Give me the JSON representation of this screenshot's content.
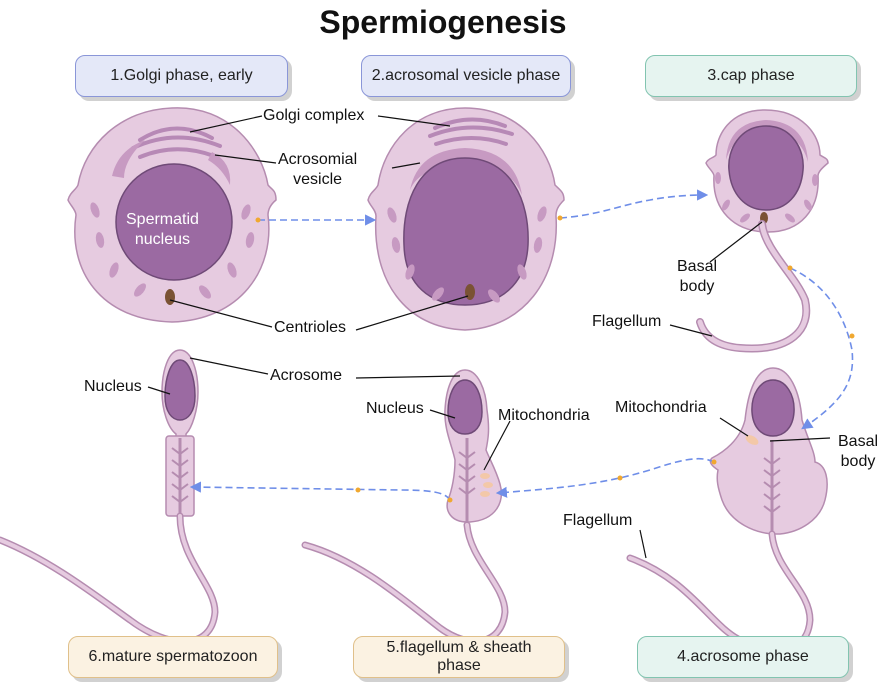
{
  "title": "Spermiogenesis",
  "phases": [
    {
      "label": "1.Golgi phase, early",
      "color": "#e4e8f8",
      "border": "#8a96d8"
    },
    {
      "label": "2.acrosomal vesicle phase",
      "color": "#e4e8f8",
      "border": "#8a96d8"
    },
    {
      "label": "3.cap phase",
      "color": "#e6f4f0",
      "border": "#82c4b0"
    },
    {
      "label": "4.acrosome phase",
      "color": "#e6f4f0",
      "border": "#82c4b0"
    },
    {
      "label": "5.flagellum & sheath phase",
      "color": "#fbf2e2",
      "border": "#e0c08a"
    },
    {
      "label": "6.mature spermatozoon",
      "color": "#fbf2e2",
      "border": "#e0c08a"
    }
  ],
  "labels": {
    "golgi_complex": "Golgi complex",
    "acrosomial_vesicle": "Acrosomial\nvesicle",
    "spermatid_nucleus": "Spermatid\nnucleus",
    "centrioles": "Centrioles",
    "basal_body_3": "Basal\nbody",
    "flagellum_3": "Flagellum",
    "acrosome": "Acrosome",
    "nucleus_6": "Nucleus",
    "nucleus_5": "Nucleus",
    "mitochondria_5": "Mitochondria",
    "mitochondria_4": "Mitochondria",
    "basal_body_4": "Basal\nbody",
    "flagellum_4": "Flagellum"
  },
  "colors": {
    "cell": "#e6cbe0",
    "cell_stroke": "#b58cb0",
    "nucleus": "#9b6aa2",
    "nucleus_stroke": "#6f4a77",
    "granule": "#c79ac2",
    "golgi": "#b789b6",
    "centriole": "#7a5234",
    "arrow": "#6f8ee8",
    "arrow_dot": "#f0a830",
    "mito": "#f3c8a8"
  }
}
